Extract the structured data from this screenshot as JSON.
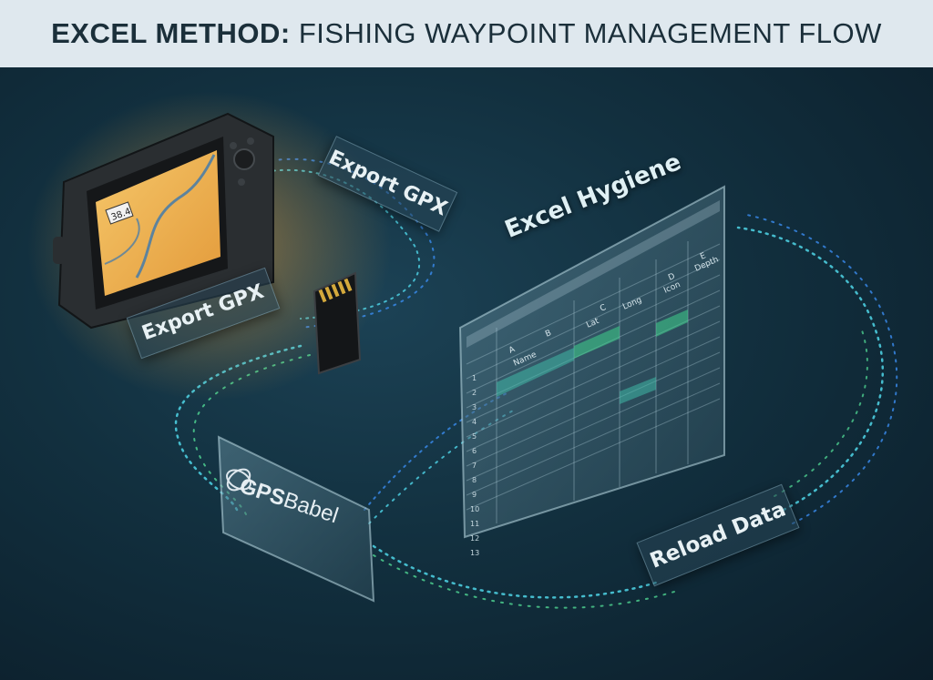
{
  "title": {
    "bold": "EXCEL METHOD:",
    "rest": "FISHING WAYPOINT MANAGEMENT FLOW"
  },
  "labels": {
    "export_gpx_left": "Export GPX",
    "export_gpx_right": "Export GPX",
    "excel_hygiene": "Excel Hygiene",
    "reload_data": "Reload Data"
  },
  "gpsbabel": {
    "prefix": "GPS",
    "suffix": "Babel"
  },
  "chartplotter": {
    "screen_readout": "38.4"
  },
  "spreadsheet": {
    "column_letters": [
      "A",
      "B",
      "C",
      "D",
      "E"
    ],
    "headers": [
      "Name",
      "Lat",
      "Long",
      "Icon",
      "Depth"
    ],
    "rows": [
      "1",
      "2",
      "3",
      "4",
      "5",
      "6",
      "7",
      "8",
      "9",
      "10",
      "11",
      "12",
      "13"
    ]
  },
  "colors": {
    "glow_cyan": "#4fd6e8",
    "glow_blue": "#3a8cf0",
    "glow_green": "#54e39a",
    "device_amber": "#f0a23a"
  }
}
